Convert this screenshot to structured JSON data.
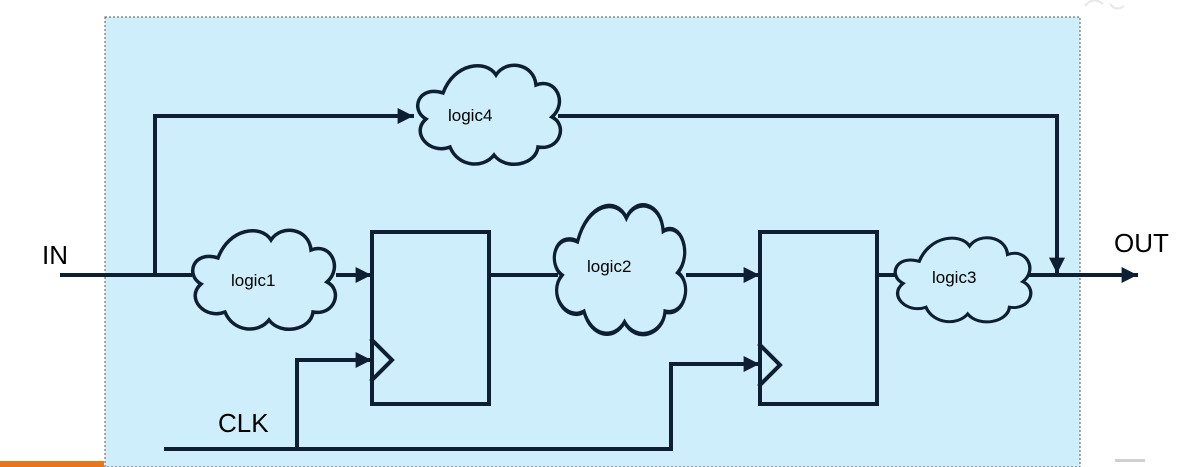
{
  "diagram": {
    "input_label": "IN",
    "output_label": "OUT",
    "clock_label": "CLK",
    "clouds": [
      {
        "id": "logic1",
        "label": "logic1"
      },
      {
        "id": "logic2",
        "label": "logic2"
      },
      {
        "id": "logic3",
        "label": "logic3"
      },
      {
        "id": "logic4",
        "label": "logic4"
      }
    ],
    "registers": [
      "register-1",
      "register-2"
    ]
  },
  "colors": {
    "panel_fill": "#cdeefa",
    "wire": "#0f1f33",
    "cloud_fill": "#cdeefa",
    "accent_bar": "#e8741e"
  }
}
